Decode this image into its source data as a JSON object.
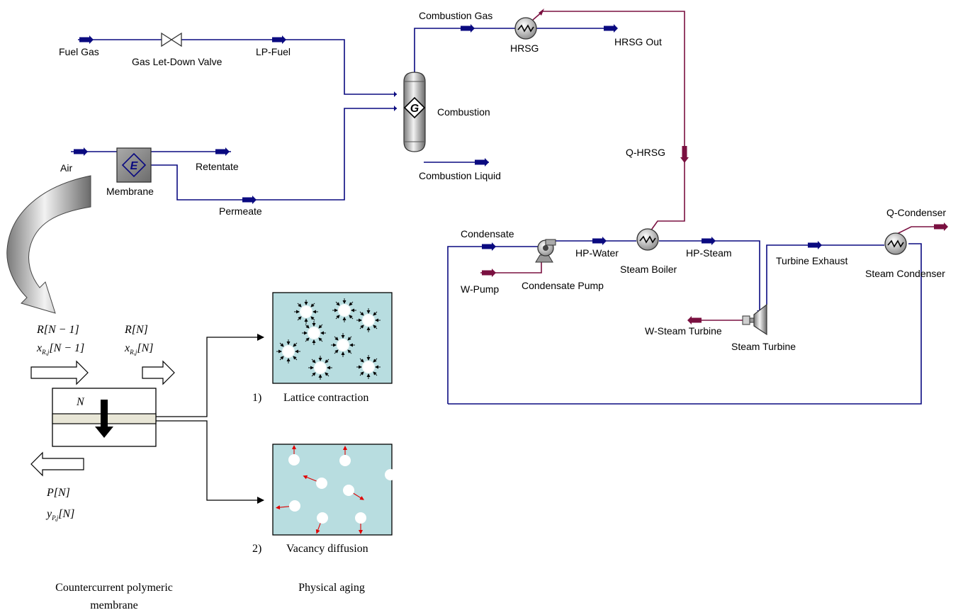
{
  "flowsheet": {
    "streams": {
      "fuel_gas": "Fuel Gas",
      "lp_fuel": "LP-Fuel",
      "air": "Air",
      "retentate": "Retentate",
      "permeate": "Permeate",
      "combustion_gas": "Combustion Gas",
      "combustion_liquid": "Combustion Liquid",
      "hrsg_out": "HRSG Out",
      "q_hrsg": "Q-HRSG",
      "condensate": "Condensate",
      "w_pump": "W-Pump",
      "hp_water": "HP-Water",
      "hp_steam": "HP-Steam",
      "turbine_exhaust": "Turbine Exhaust",
      "q_condenser": "Q-Condenser",
      "w_steam_turbine": "W-Steam Turbine"
    },
    "units": {
      "gas_letdown_valve": "Gas Let-Down Valve",
      "membrane": "Membrane",
      "membrane_symbol": "E",
      "combustion": "Combustion",
      "combustion_symbol": "G",
      "hrsg": "HRSG",
      "condensate_pump": "Condensate Pump",
      "steam_boiler": "Steam Boiler",
      "steam_turbine": "Steam Turbine",
      "steam_condenser": "Steam Condenser"
    }
  },
  "membrane_model": {
    "r_prev": "R[N − 1]",
    "x_prev": "x",
    "x_prev_sub": "R,j",
    "x_prev_idx": "[N − 1]",
    "r_curr": "R[N]",
    "x_curr": "x",
    "x_curr_sub": "R,j",
    "x_curr_idx": "[N]",
    "stage_label": "N",
    "p_curr": "P[N]",
    "y_curr": "y",
    "y_curr_sub": "P,j",
    "y_curr_idx": "[N]",
    "caption_line1": "Countercurrent polymeric",
    "caption_line2": "membrane"
  },
  "aging": {
    "mech1_num": "1)",
    "mech1_label": "Lattice contraction",
    "mech2_num": "2)",
    "mech2_label": "Vacancy diffusion",
    "caption": "Physical aging"
  },
  "colors": {
    "material_stream": "#0a0a80",
    "energy_stream": "#7a1040",
    "aging_panel": "#b8dde0",
    "vacancy_arrow": "#e00000"
  }
}
